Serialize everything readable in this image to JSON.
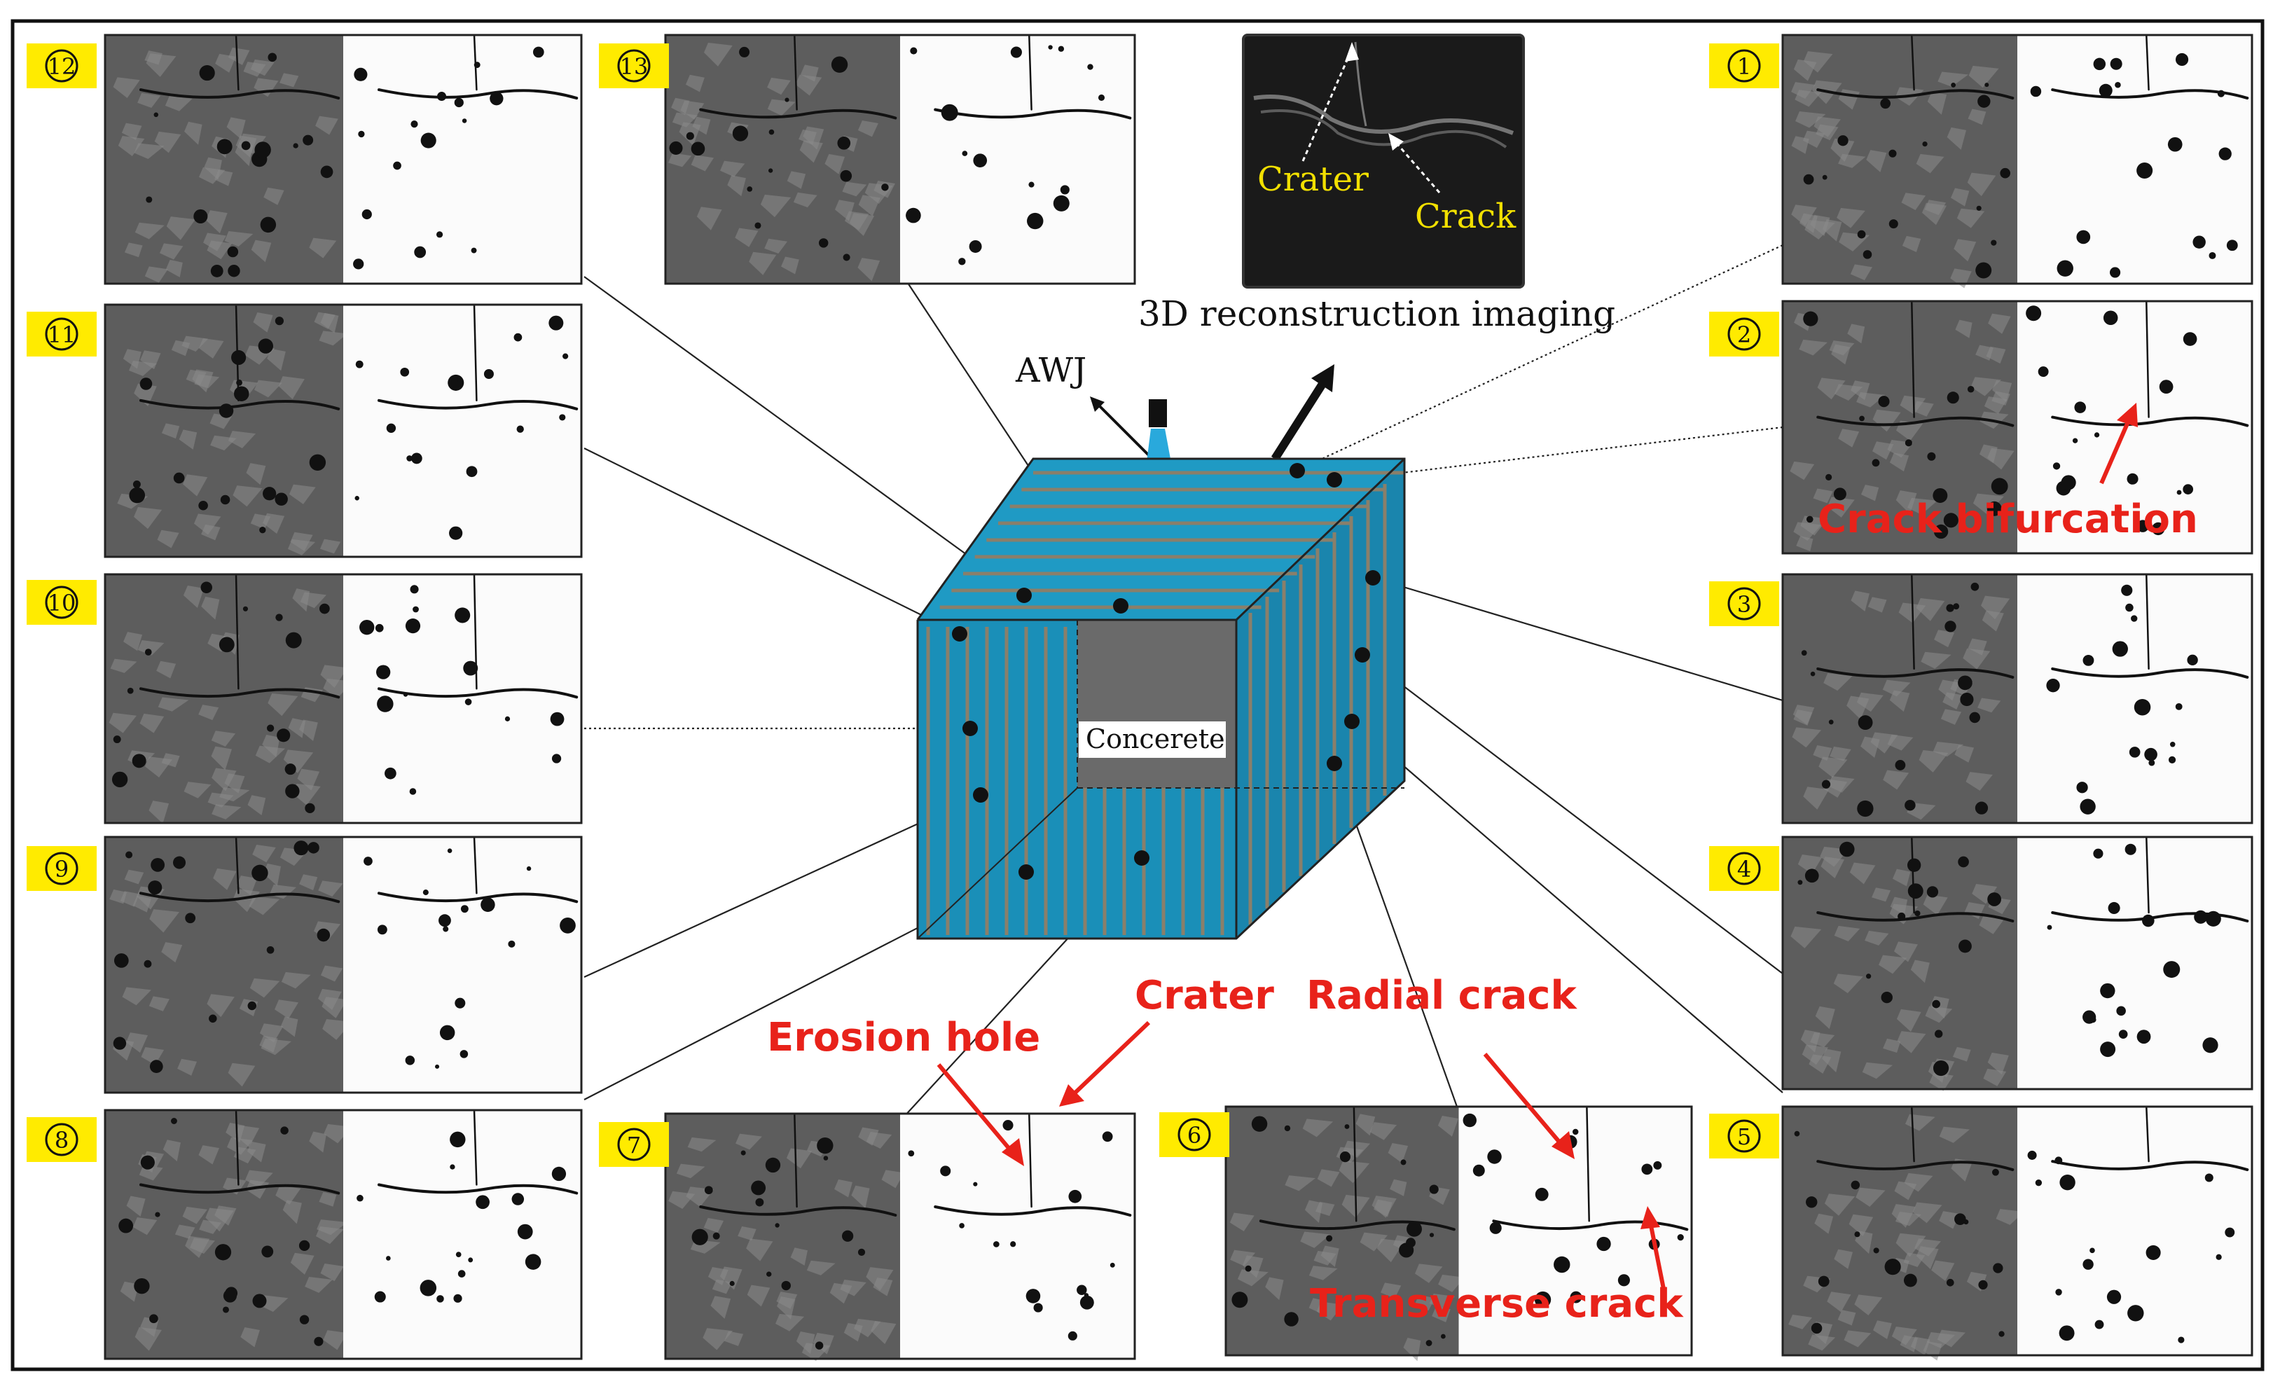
{
  "figure": {
    "panels": [
      {
        "id": 12,
        "label": "⑫"
      },
      {
        "id": 13,
        "label": "⑬"
      },
      {
        "id": 11,
        "label": "⑪"
      },
      {
        "id": 10,
        "label": "⑩"
      },
      {
        "id": 9,
        "label": "⑨"
      },
      {
        "id": 8,
        "label": "⑧"
      },
      {
        "id": 7,
        "label": "⑦"
      },
      {
        "id": 6,
        "label": "⑥"
      },
      {
        "id": 5,
        "label": "⑤"
      },
      {
        "id": 4,
        "label": "④"
      },
      {
        "id": 3,
        "label": "③"
      },
      {
        "id": 2,
        "label": "②"
      },
      {
        "id": 1,
        "label": "①"
      }
    ],
    "labels": {
      "awj": "AWJ",
      "reconstruction": "3D reconstruction imaging",
      "concrete": "Concerete",
      "crater_yellow": "Crater",
      "crack_yellow": "Crack",
      "crack_bifurcation": "Crack bifurcation",
      "erosion_hole": "Erosion hole",
      "crater_red": "Crater",
      "radial_crack": "Radial crack",
      "transverse_crack": "Transverse crack"
    },
    "colors": {
      "badge": "#ffeb00",
      "annotation_red": "#e8221a",
      "annotation_yellow": "#f2e000",
      "jet": "#29a9dc",
      "cube": "#1a8fb8"
    }
  }
}
